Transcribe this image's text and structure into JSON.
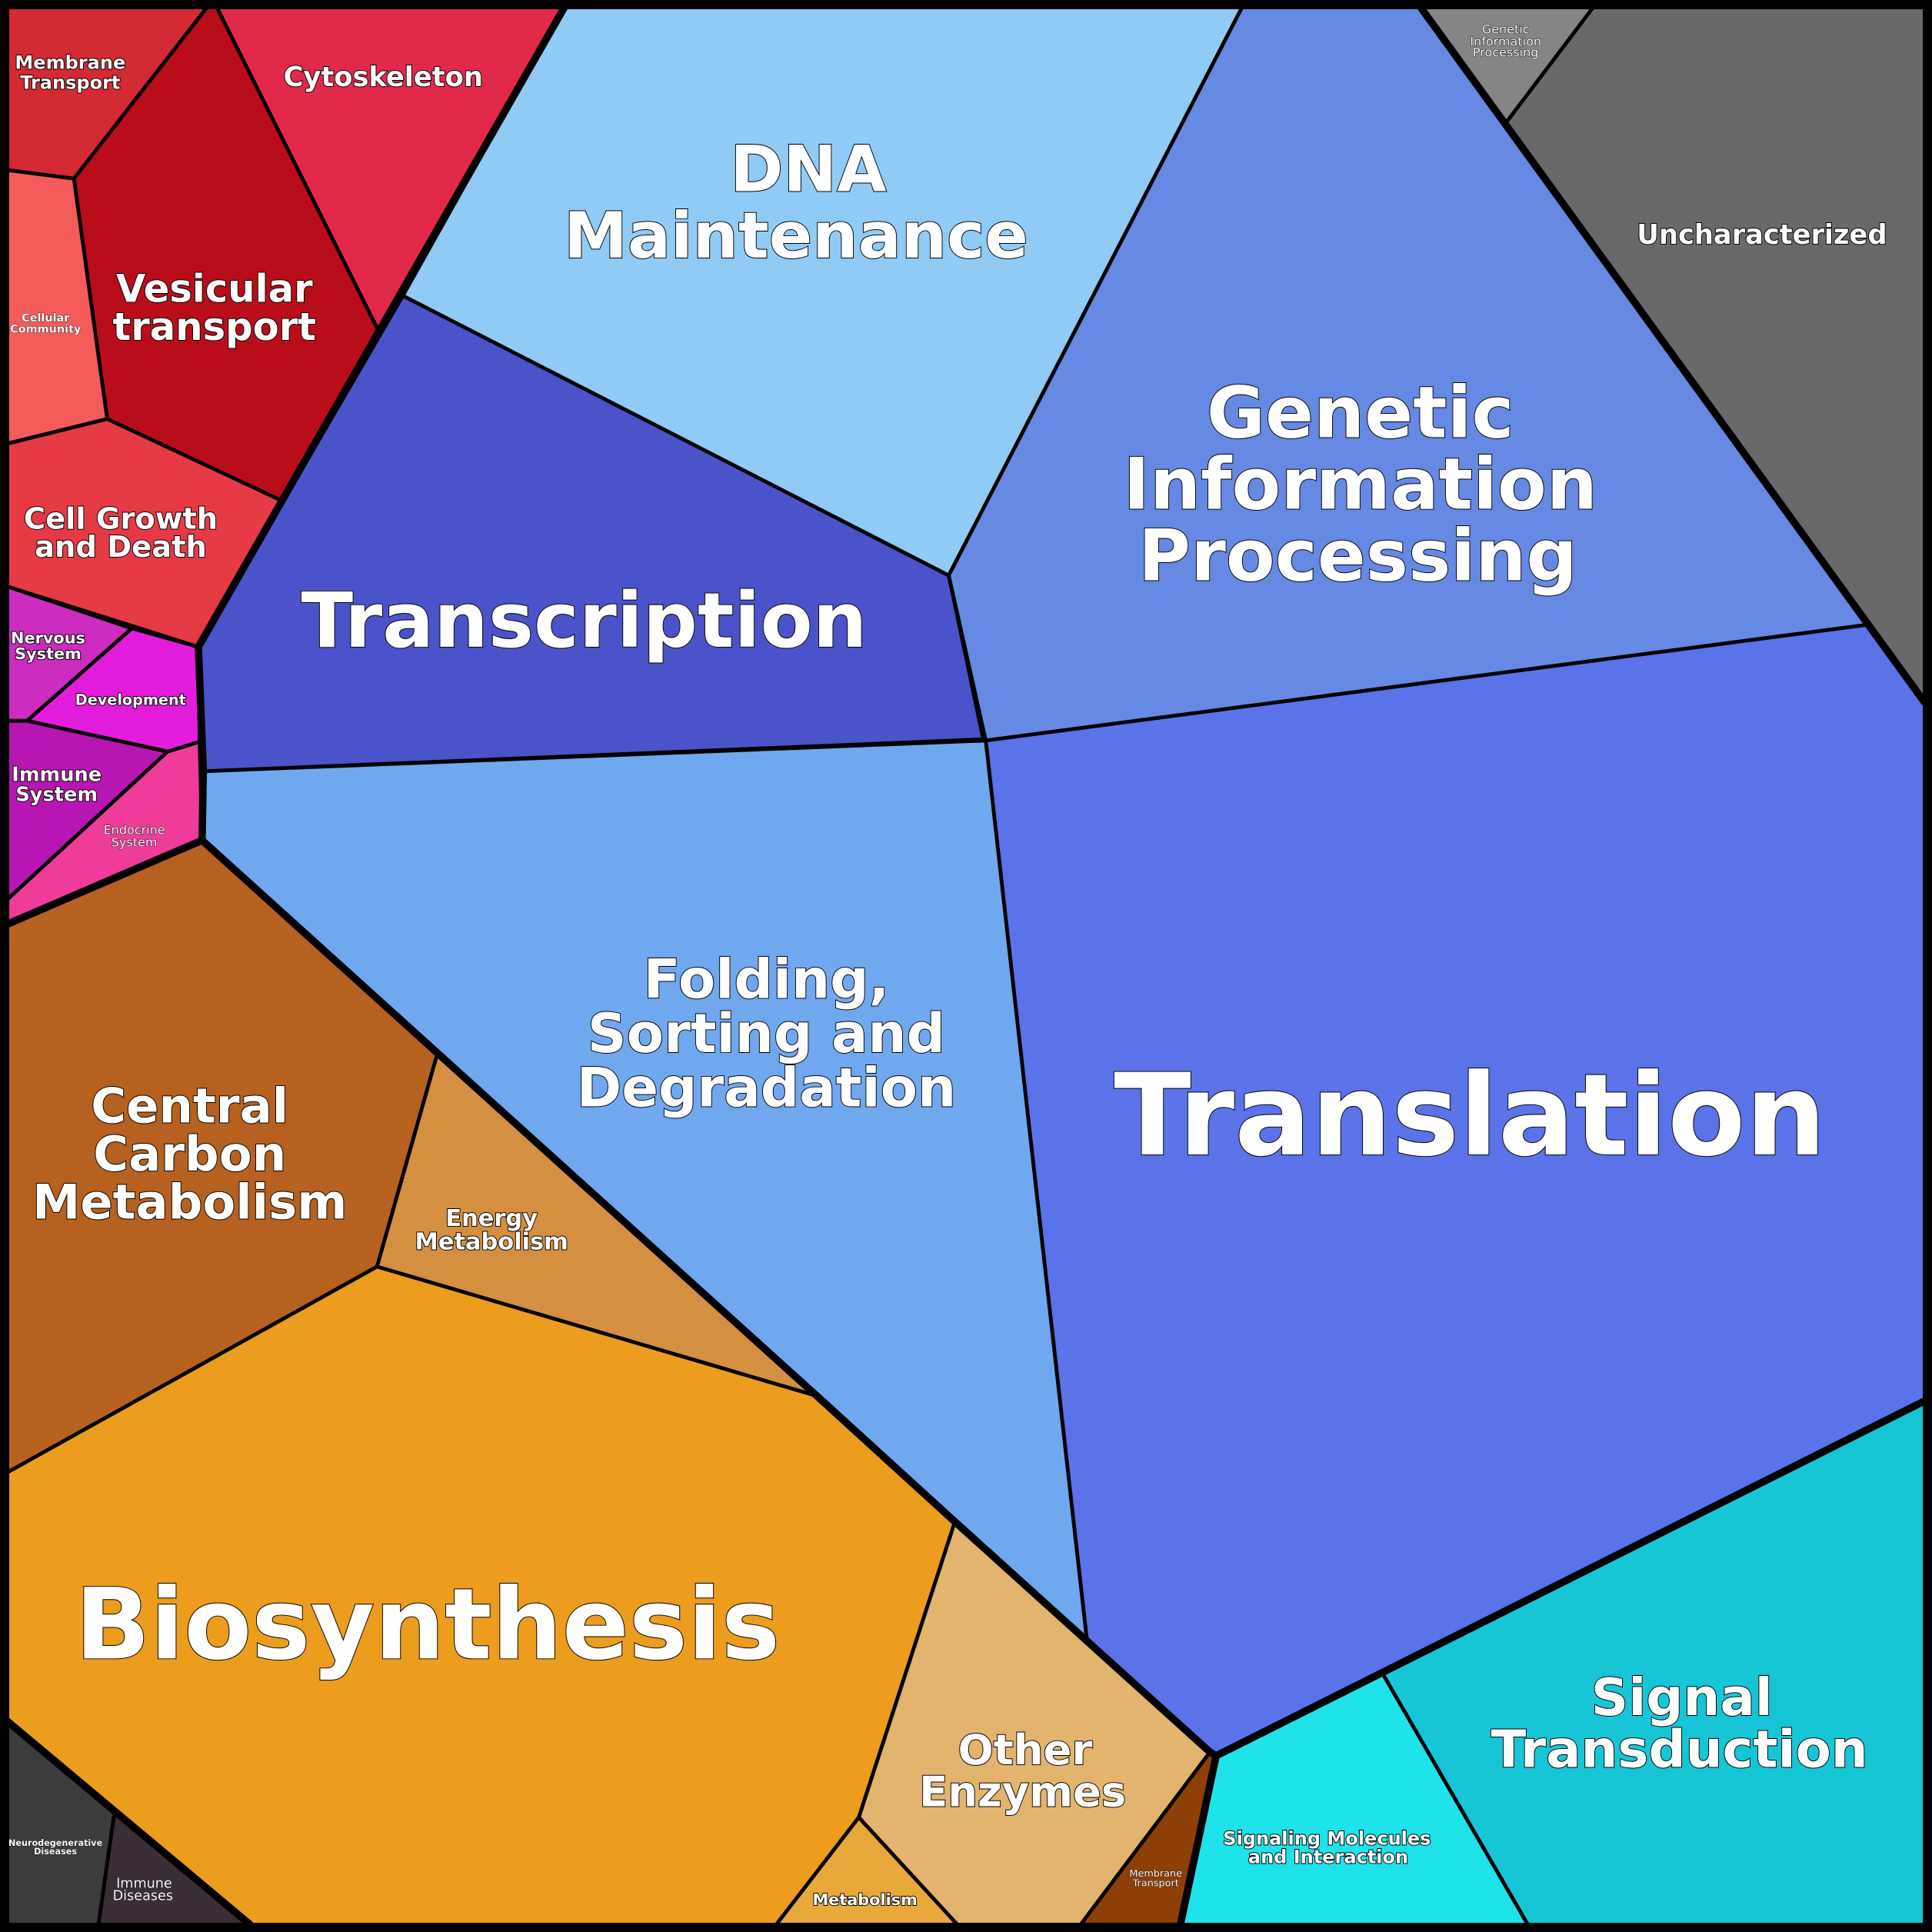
{
  "cells": {
    "membrane_transport": {
      "lines": [
        "Membrane",
        "Transport"
      ],
      "color": "#d42a33"
    },
    "vesicular_transport": {
      "lines": [
        "Vesicular",
        "transport"
      ],
      "color": "#b90e1a"
    },
    "cytoskeleton": {
      "lines": [
        "Cytoskeleton"
      ],
      "color": "#e2294a"
    },
    "cellular_community": {
      "lines": [
        "Cellular",
        "Community"
      ],
      "color": "#f55b5b"
    },
    "cell_growth": {
      "lines": [
        "Cell Growth",
        "and Death"
      ],
      "color": "#e63a45"
    },
    "nervous_system": {
      "lines": [
        "Nervous",
        "System"
      ],
      "color": "#cc2dc0"
    },
    "development": {
      "lines": [
        "Development"
      ],
      "color": "#e31ddb"
    },
    "immune_system": {
      "lines": [
        "Immune",
        "System"
      ],
      "color": "#b716b2"
    },
    "endocrine_system": {
      "lines": [
        "Endocrine",
        "System"
      ],
      "color": "#ef3b9a"
    },
    "transcription": {
      "lines": [
        "Transcription"
      ],
      "color": "#4a53c9"
    },
    "dna_maintenance": {
      "lines": [
        "DNA",
        "Maintenance"
      ],
      "color": "#8fcbf5"
    },
    "genetic_info": {
      "lines": [
        "Genetic",
        "Information",
        "Processing"
      ],
      "color": "#6689e3"
    },
    "genetic_info_small": {
      "lines": [
        "Genetic",
        "Information",
        "Processing"
      ],
      "color": "#858585"
    },
    "uncharacterized": {
      "lines": [
        "Uncharacterized"
      ],
      "color": "#696969"
    },
    "translation": {
      "lines": [
        "Translation"
      ],
      "color": "#5a73e8"
    },
    "folding": {
      "lines": [
        "Folding,",
        "Sorting and",
        "Degradation"
      ],
      "color": "#70a8f0"
    },
    "central_carbon": {
      "lines": [
        "Central",
        "Carbon",
        "Metabolism"
      ],
      "color": "#b66120"
    },
    "energy_metabolism": {
      "lines": [
        "Energy",
        "Metabolism"
      ],
      "color": "#d48f40"
    },
    "biosynthesis": {
      "lines": [
        "Biosynthesis"
      ],
      "color": "#ec9d1d"
    },
    "neurodegenerative": {
      "lines": [
        "Neurodegenerative",
        "Diseases"
      ],
      "color": "#3c3c3c"
    },
    "immune_diseases": {
      "lines": [
        "Immune",
        "Diseases"
      ],
      "color": "#3b2d35"
    },
    "other_enzymes": {
      "lines": [
        "Other",
        "Enzymes"
      ],
      "color": "#e2b46e"
    },
    "metabolism": {
      "lines": [
        "Metabolism"
      ],
      "color": "#e8a83a"
    },
    "membrane_transport_small": {
      "lines": [
        "Membrane",
        "Transport"
      ],
      "color": "#8d3f05"
    },
    "signaling_molecules": {
      "lines": [
        "Signaling Molecules",
        "and Interaction"
      ],
      "color": "#1ee3ea"
    },
    "signal_transduction": {
      "lines": [
        "Signal",
        "Transduction"
      ],
      "color": "#17c6d6"
    }
  }
}
